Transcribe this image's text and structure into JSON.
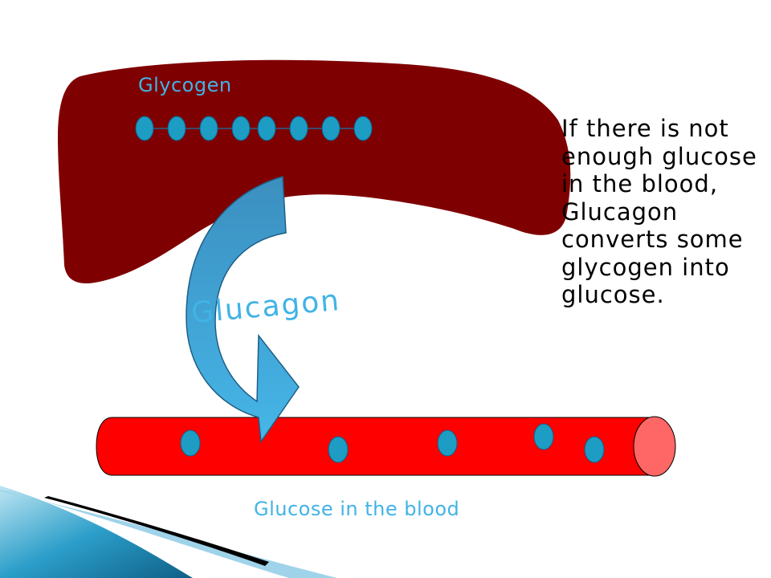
{
  "diagram": {
    "liver_label": "Glycogen",
    "hormone_label": "Glucagon",
    "vessel_label": "Glucose in the blood",
    "explanation": "If there is not enough glucose in the blood, Glucagon converts some glycogen into glucose."
  },
  "colors": {
    "liver": "#7f0000",
    "vessel": "#ff0000",
    "vessel_end": "#ff6666",
    "molecule": "#1d9cc4",
    "arrow_top": "#3b8fbf",
    "arrow_bottom": "#46b6e8",
    "label_blue": "#41b3e6",
    "text_dark": "#000000"
  },
  "icons": {
    "liver": "liver-shape",
    "arrow": "curved-arrow-icon",
    "molecule": "glucose-molecule-icon"
  }
}
